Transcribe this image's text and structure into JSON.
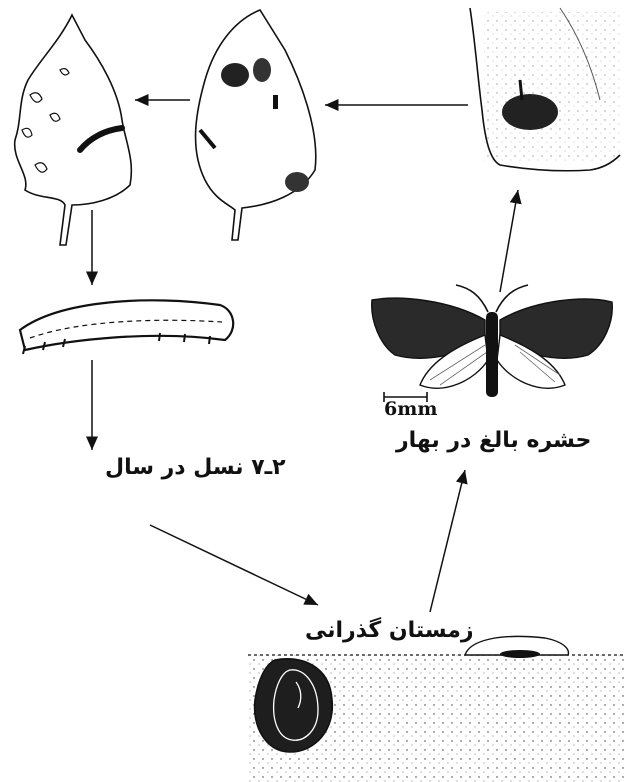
{
  "labels": {
    "generations": "۲ـ۷ نسل در سال",
    "adult_spring": "حشره بالغ در بهار",
    "overwintering": "زمستان گذرانی",
    "scale_bar": "6mm"
  },
  "stages": [
    {
      "name": "damaged-leaf-skeletonized"
    },
    {
      "name": "damaged-leaf-spots"
    },
    {
      "name": "leaf-with-egg-mass"
    },
    {
      "name": "larva"
    },
    {
      "name": "adult-moth"
    },
    {
      "name": "overwintering-pupa-in-soil"
    }
  ],
  "colors": {
    "ink": "#111111",
    "paper": "#ffffff"
  }
}
